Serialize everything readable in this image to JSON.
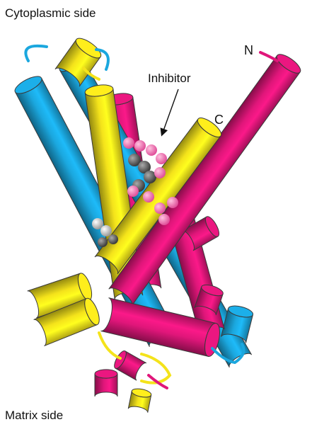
{
  "labels": {
    "top": "Cytoplasmic side",
    "bottom": "Matrix side",
    "n_term": "N",
    "c_term": "C",
    "inhibitor": "Inhibitor"
  },
  "colors": {
    "yellow": "#F4E31B",
    "cyan": "#1BA7DE",
    "magenta": "#E0167A",
    "outline": "#3a3a3a"
  },
  "protein_domains": [
    "yellow-domain",
    "cyan-domain",
    "magenta-domain"
  ]
}
